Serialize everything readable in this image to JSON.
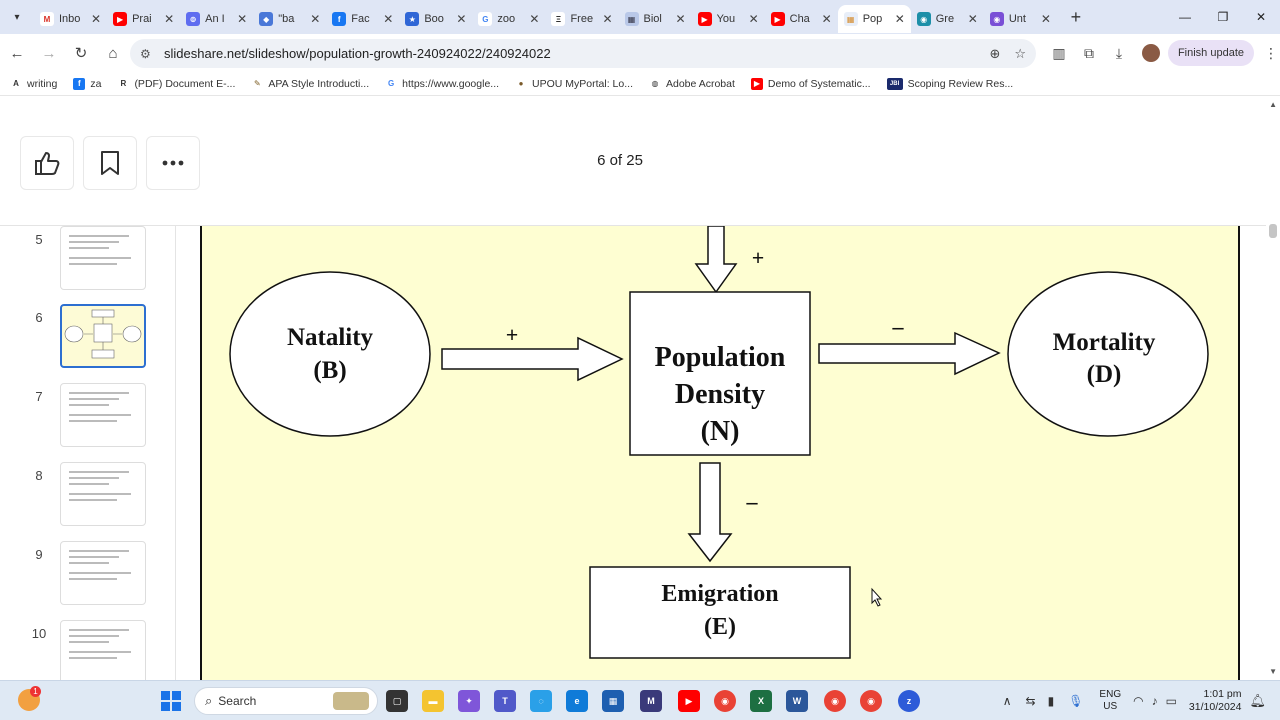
{
  "browser": {
    "tabs": [
      {
        "title": "Inbo",
        "fav_color": "#ffffff",
        "fav_text": "M",
        "fav_fg": "#d93025"
      },
      {
        "title": "Prai",
        "fav_color": "#ff0000",
        "fav_text": "▶",
        "fav_fg": "#ffffff"
      },
      {
        "title": "An I",
        "fav_color": "#5f6df0",
        "fav_text": "⊚",
        "fav_fg": "#ffffff"
      },
      {
        "title": "\"ba",
        "fav_color": "#4a78d8",
        "fav_text": "◆",
        "fav_fg": "#ffffff"
      },
      {
        "title": "Fac",
        "fav_color": "#1877f2",
        "fav_text": "f",
        "fav_fg": "#ffffff"
      },
      {
        "title": "Boo",
        "fav_color": "#2f66d6",
        "fav_text": "★",
        "fav_fg": "#ffffff"
      },
      {
        "title": "zoo",
        "fav_color": "#ffffff",
        "fav_text": "G",
        "fav_fg": "#4285f4"
      },
      {
        "title": "Free",
        "fav_color": "#ffffff",
        "fav_text": "Ξ",
        "fav_fg": "#111111"
      },
      {
        "title": "Biol",
        "fav_color": "#b9c8e8",
        "fav_text": "▦",
        "fav_fg": "#334"
      },
      {
        "title": "You",
        "fav_color": "#ff0000",
        "fav_text": "▶",
        "fav_fg": "#ffffff"
      },
      {
        "title": "Cha",
        "fav_color": "#ff0000",
        "fav_text": "▶",
        "fav_fg": "#ffffff"
      },
      {
        "title": "Pop",
        "fav_color": "#e8eef8",
        "fav_text": "▦",
        "fav_fg": "#d58a2a",
        "active": true
      },
      {
        "title": "Gre",
        "fav_color": "#1d8fa8",
        "fav_text": "◉",
        "fav_fg": "#ffffff"
      },
      {
        "title": "Unt",
        "fav_color": "#7a4fd6",
        "fav_text": "◉",
        "fav_fg": "#ffffff"
      }
    ],
    "url": "slideshare.net/slideshow/population-growth-240924022/240924022",
    "finish_update_label": "Finish update",
    "bookmarks": [
      {
        "label": "writing",
        "icon": "A",
        "color": "#ffffff",
        "fg": "#333"
      },
      {
        "label": "za",
        "icon": "f",
        "color": "#1877f2",
        "fg": "#fff"
      },
      {
        "label": "(PDF) Document E-...",
        "icon": "R",
        "color": "#ffffff",
        "fg": "#333"
      },
      {
        "label": "APA Style Introducti...",
        "icon": "✎",
        "color": "#ffffff",
        "fg": "#7a5a1e"
      },
      {
        "label": "https://www.google...",
        "icon": "G",
        "color": "#ffffff",
        "fg": "#4285f4"
      },
      {
        "label": "UPOU MyPortal: Lo...",
        "icon": "●",
        "color": "#ffffff",
        "fg": "#7a5a2a"
      },
      {
        "label": "Adobe Acrobat",
        "icon": "◍",
        "color": "#ffffff",
        "fg": "#333"
      },
      {
        "label": "Demo of Systematic...",
        "icon": "▶",
        "color": "#ff0000",
        "fg": "#fff"
      },
      {
        "label": "Scoping Review Res...",
        "icon": "JBI",
        "color": "#1a2a6c",
        "fg": "#fff"
      }
    ]
  },
  "viewer": {
    "page_indicator": "6 of 25",
    "thumbnails": [
      {
        "num": "5"
      },
      {
        "num": "6",
        "active": true
      },
      {
        "num": "7"
      },
      {
        "num": "8"
      },
      {
        "num": "9"
      },
      {
        "num": "10"
      }
    ]
  },
  "slide": {
    "natality": {
      "line1": "Natality",
      "line2": "(B)"
    },
    "density": {
      "line1": "Population",
      "line2": "Density",
      "line3": "(N)"
    },
    "mortality": {
      "line1": "Mortality",
      "line2": "(D)"
    },
    "emigration": {
      "line1": "Emigration",
      "line2": "(E)"
    },
    "sign_top": "+",
    "sign_natality": "+",
    "sign_mortality": "–",
    "sign_emigration": "–"
  },
  "taskbar": {
    "search_label": "Search",
    "lang_line1": "ENG",
    "lang_line2": "US",
    "time": "1:01 pm",
    "date": "31/10/2024",
    "notification_count": "1"
  }
}
